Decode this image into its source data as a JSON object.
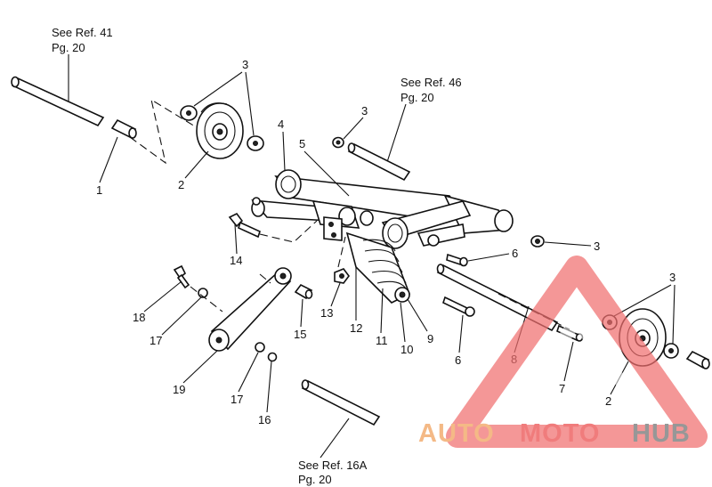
{
  "references": {
    "ref41_line1": "See Ref. 41",
    "ref41_line2": "Pg. 20",
    "ref46_line1": "See Ref. 46",
    "ref46_line2": "Pg. 20",
    "ref16a_line1": "See Ref. 16A",
    "ref16a_line2": "Pg. 20"
  },
  "callouts": [
    {
      "id": "1",
      "label": "1"
    },
    {
      "id": "2-left",
      "label": "2"
    },
    {
      "id": "3-top-left",
      "label": "3"
    },
    {
      "id": "3-top-mid",
      "label": "3"
    },
    {
      "id": "3-right",
      "label": "3"
    },
    {
      "id": "3-far-right",
      "label": "3"
    },
    {
      "id": "4",
      "label": "4"
    },
    {
      "id": "5",
      "label": "5"
    },
    {
      "id": "6-upper",
      "label": "6"
    },
    {
      "id": "6-lower",
      "label": "6"
    },
    {
      "id": "7",
      "label": "7"
    },
    {
      "id": "8",
      "label": "8"
    },
    {
      "id": "9",
      "label": "9"
    },
    {
      "id": "10",
      "label": "10"
    },
    {
      "id": "11",
      "label": "11"
    },
    {
      "id": "12",
      "label": "12"
    },
    {
      "id": "13",
      "label": "13"
    },
    {
      "id": "14",
      "label": "14"
    },
    {
      "id": "15",
      "label": "15"
    },
    {
      "id": "16",
      "label": "16"
    },
    {
      "id": "17-left",
      "label": "17"
    },
    {
      "id": "17-lower",
      "label": "17"
    },
    {
      "id": "18",
      "label": "18"
    },
    {
      "id": "19",
      "label": "19"
    },
    {
      "id": "2-right",
      "label": "2"
    }
  ],
  "watermark": {
    "word1": "AUTO",
    "word2": "MOTO",
    "word3": "HUB",
    "color_orange": "#f3b27a",
    "color_red": "#ef6e6e",
    "color_gray": "#8c8c8c"
  }
}
